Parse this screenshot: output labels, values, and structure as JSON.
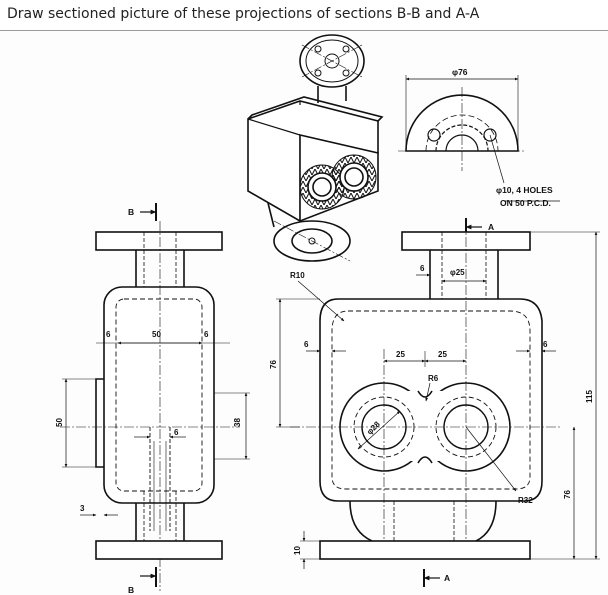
{
  "instruction": "Draw sectioned picture of these projections of sections B-B and A-A",
  "drawing": {
    "section_b_label": "B",
    "section_a_label": "A",
    "flange_diameter": "φ76",
    "holes_note_line1": "φ10, 4 HOLES",
    "holes_note_line2": "ON 50 P.C.D.",
    "left_view": {
      "width": "50",
      "wall_left": "6",
      "wall_right": "6",
      "height": "50",
      "boss_height": "38",
      "rib": "6",
      "thickness": "3"
    },
    "right_view": {
      "fillet": "R10",
      "pipe_wall": "6",
      "pipe_diameter": "φ25",
      "wall_left": "6",
      "wall_right": "6",
      "offset_left": "25",
      "offset_right": "25",
      "small_radius": "R6",
      "large_radius": "R32",
      "bore": "φ28",
      "height_76_upper": "76",
      "overall_height": "115",
      "height_76_lower": "76",
      "flange_thickness": "10"
    }
  }
}
